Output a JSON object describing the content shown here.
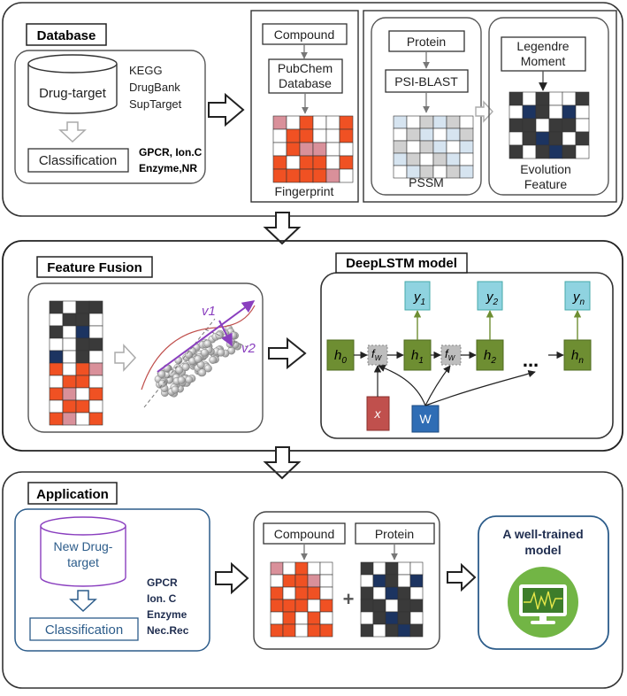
{
  "panel1": {
    "title": "Database",
    "cylinder_label": "Drug-target",
    "sources": [
      "KEGG",
      "DrugBank",
      "SupTarget"
    ],
    "classification_label": "Classification",
    "classes": [
      "GPCR, Ion.C",
      "Enzyme,NR"
    ],
    "compound_label": "Compound",
    "pubchem_label": [
      "PubChem",
      "Database"
    ],
    "fingerprint_label": "Fingerprint",
    "protein_label": "Protein",
    "psiblast_label": "PSI-BLAST",
    "pssm_label": "PSSM",
    "legendre_label": [
      "Legendre",
      "Moment"
    ],
    "evolution_label": [
      "Evolution",
      "Feature"
    ]
  },
  "panel2": {
    "title": "Feature Fusion",
    "v1_label": "v1",
    "v2_label": "v2",
    "model_title": "DeepLSTM model",
    "y_labels": [
      "y",
      "y",
      "y"
    ],
    "y_subs": [
      "1",
      "2",
      "n"
    ],
    "h_labels": [
      "h",
      "h",
      "h",
      "h"
    ],
    "h_subs": [
      "0",
      "1",
      "2",
      "n"
    ],
    "f_labels": [
      "f",
      "f"
    ],
    "f_subs": [
      "W",
      "W"
    ],
    "x_label": "x",
    "w_label": "W",
    "ellipsis": "..."
  },
  "panel3": {
    "title": "Application",
    "cylinder_label": [
      "New Drug-",
      "target"
    ],
    "classification_label": "Classification",
    "classes": [
      "GPCR",
      "Ion. C",
      "Enzyme",
      "Nec.Rec"
    ],
    "compound_label": "Compound",
    "protein_label": "Protein",
    "plus": "+",
    "model_label": [
      "A well-trained",
      "model"
    ]
  },
  "colors": {
    "orange": "#f05123",
    "pink": "#d9909a",
    "dark_gray": "#3a3a3a",
    "navy": "#1c3461",
    "green_node": "#6e8e32",
    "cyan_node": "#8fd3e0",
    "red_node": "#c0504d",
    "blue_node": "#2f6db5",
    "app_blue": "#2c5c8a",
    "purple": "#8a3fbf"
  }
}
